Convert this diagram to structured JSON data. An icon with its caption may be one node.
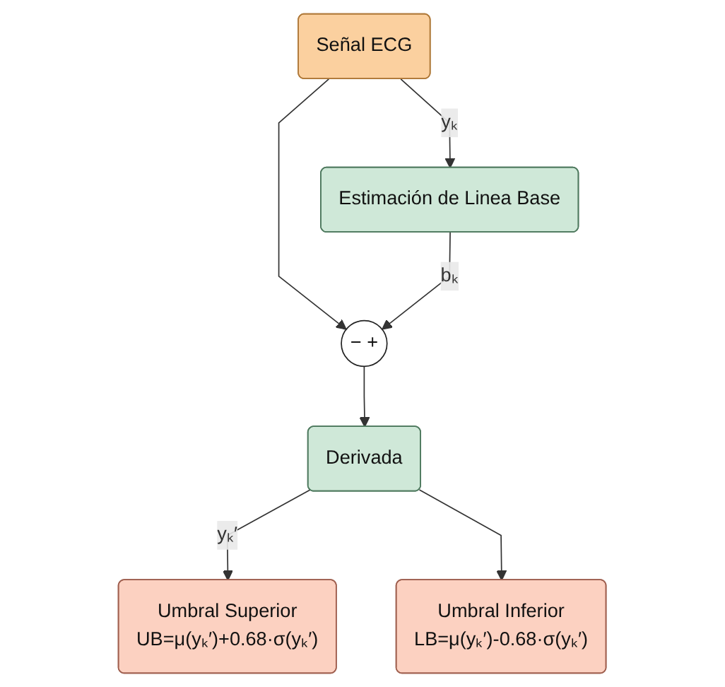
{
  "diagram": {
    "nodes": [
      {
        "text": [
          "Señal ECG"
        ]
      },
      {
        "text": [
          "Estimación de Linea Base"
        ]
      },
      {
        "text": [
          "−",
          "+"
        ]
      },
      {
        "text": [
          "Derivada"
        ]
      },
      {
        "text": [
          "Umbral Superior",
          "UB=μ(yₖ′)+0.68·σ(yₖ′)"
        ]
      },
      {
        "text": [
          "Umbral Inferior",
          "LB=μ(yₖ′)-0.68·σ(yₖ′)"
        ]
      }
    ],
    "edges": [
      {
        "from": 0,
        "to": 1,
        "arrow": "to",
        "label": "yₖ"
      },
      {
        "from": 0,
        "to": 2,
        "arrow": "to"
      },
      {
        "from": 1,
        "to": 2,
        "arrow": "to",
        "label": "bₖ"
      },
      {
        "from": 2,
        "to": 3,
        "arrow": "to"
      },
      {
        "from": 3,
        "to": 4,
        "arrow": "to",
        "label": "yₖ′"
      },
      {
        "from": 3,
        "to": 5,
        "arrow": "to"
      }
    ]
  }
}
